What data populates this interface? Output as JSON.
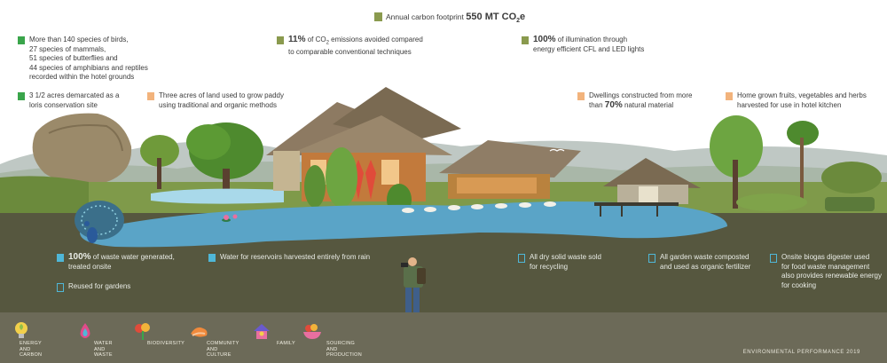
{
  "header": {
    "label": "Annual carbon footprint",
    "value": "550 MT CO",
    "value_sub": "2",
    "value_suffix": "e",
    "color": "#8a9a4e"
  },
  "top_annotations": [
    {
      "id": "wildlife",
      "color": "#3aa54b",
      "text": "More than 140 species of birds,\n27 species of mammals,\n51 species of butterflies and\n44 species of amphibians and reptiles\nrecorded within the hotel grounds"
    },
    {
      "id": "loris",
      "color": "#3aa54b",
      "text": "3 1/2 acres demarcated as a\nloris conservation site"
    },
    {
      "id": "paddy",
      "color": "#f2b37c",
      "text": "Three acres of land used to grow paddy\nusing traditional and organic methods"
    },
    {
      "id": "co2",
      "color": "#8a9a4e",
      "bold": "11%",
      "text_a": " of CO",
      "sub": "2",
      "text_b": " emissions avoided compared\nto comparable conventional techniques"
    },
    {
      "id": "lighting",
      "color": "#8a9a4e",
      "bold": "100%",
      "text_a": " of illumination through\nenergy efficient CFL and LED lights"
    },
    {
      "id": "dwellings",
      "color": "#f2b37c",
      "text_a": "Dwellings constructed from more\nthan ",
      "bold": "70%",
      "text_b": " natural material"
    },
    {
      "id": "produce",
      "color": "#f2b37c",
      "text": "Home grown fruits, vegetables and herbs\nharvested for use in hotel kitchen"
    }
  ],
  "bottom_annotations": [
    {
      "id": "wastewater",
      "bold": "100%",
      "text": " of waste water generated,\ntreated onsite",
      "color": "#4fb7d7",
      "filled": true
    },
    {
      "id": "gardens",
      "text": "Reused for gardens",
      "color": "#4fb7d7",
      "filled": false
    },
    {
      "id": "rainwater",
      "text": "Water for reservoirs harvested entirely from rain",
      "color": "#4fb7d7",
      "filled": true
    },
    {
      "id": "drywaste",
      "text": "All dry solid waste sold\nfor recycling",
      "color": "#4fb7d7",
      "filled": false
    },
    {
      "id": "gardenwaste",
      "text": "All garden waste composted\nand used as organic fertilizer",
      "color": "#4fb7d7",
      "filled": false
    },
    {
      "id": "biogas",
      "text": "Onsite biogas digester used\nfor food waste management\nalso provides renewable energy\nfor cooking",
      "color": "#4fb7d7",
      "filled": false
    }
  ],
  "legend": [
    {
      "id": "energy",
      "label": "ENERGY\nAND CARBON",
      "icon": "bulb-icon"
    },
    {
      "id": "water",
      "label": "WATER\nAND WASTE",
      "icon": "water-drop-icon"
    },
    {
      "id": "biodiversity",
      "label": "BIODIVERSITY",
      "icon": "flower-icon"
    },
    {
      "id": "community",
      "label": "COMMUNITY\nAND CULTURE",
      "icon": "hands-icon"
    },
    {
      "id": "family",
      "label": "FAMILY",
      "icon": "house-icon"
    },
    {
      "id": "sourcing",
      "label": "SOURCING\nAND PRODUCTION",
      "icon": "bowl-icon"
    }
  ],
  "footer_title": "ENVIRONMENTAL PERFORMANCE 2019",
  "colors": {
    "ground": "#56573f",
    "water": "#5aa4c7",
    "footer": "#6c6a58",
    "green_marker": "#3aa54b",
    "olive_marker": "#8a9a4e",
    "orange_marker": "#f2b37c",
    "blue_marker": "#4fb7d7"
  }
}
